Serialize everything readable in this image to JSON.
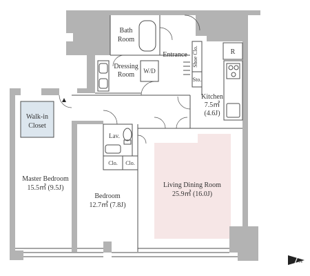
{
  "colors": {
    "wall": "#b3b3b3",
    "line": "#4d4d4d",
    "living_fill": "#f6e6e6",
    "closet_fill": "#dce6ee",
    "text": "#333333"
  },
  "rooms": {
    "bath": {
      "line1": "Bath",
      "line2": "Room"
    },
    "dressing": {
      "line1": "Dressing",
      "line2": "Room"
    },
    "wd": "W/D",
    "entrance": "Entrance",
    "shoe_clo": "Shoe Clo.",
    "sto": "Sto.",
    "refrigerator": "R",
    "kitchen": {
      "name": "Kitchen",
      "area": "7.5㎡",
      "jo": "(4.6J)"
    },
    "walk_in": {
      "line1": "Walk-in",
      "line2": "Closet"
    },
    "lav": "Lav.",
    "clo1": "Clo.",
    "clo2": "Clo.",
    "master": {
      "name": "Master Bedroom",
      "area": "15.5㎡ (9.5J)"
    },
    "bedroom": {
      "name": "Bedroom",
      "area": "12.7㎡ (7.8J)"
    },
    "living": {
      "name": "Living Dining Room",
      "area": "25.9㎡ (16.0J)"
    }
  },
  "compass": {
    "label": "N"
  }
}
